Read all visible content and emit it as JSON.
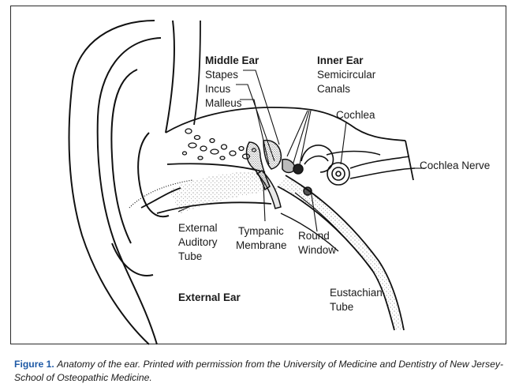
{
  "labels": {
    "middle_ear": "Middle Ear",
    "stapes": "Stapes",
    "incus": "Incus",
    "malleus": "Malleus",
    "inner_ear": "Inner Ear",
    "semicircular": "Semicircular",
    "canals": "Canals",
    "cochlea": "Cochlea",
    "cochlea_nerve": "Cochlea Nerve",
    "external_auditory": [
      "External",
      "Auditory",
      "Tube"
    ],
    "tympanic": [
      "Tympanic",
      "Membrane"
    ],
    "round_window": [
      "Round",
      "Window"
    ],
    "external_ear": "External Ear",
    "eustachian": [
      "Eustachian",
      "Tube"
    ]
  },
  "caption": {
    "figure": "Figure 1.",
    "text": "Anatomy of the ear. Printed with permission from the University of Medicine and Dentistry of New Jersey-School of Osteopathic Medicine."
  }
}
